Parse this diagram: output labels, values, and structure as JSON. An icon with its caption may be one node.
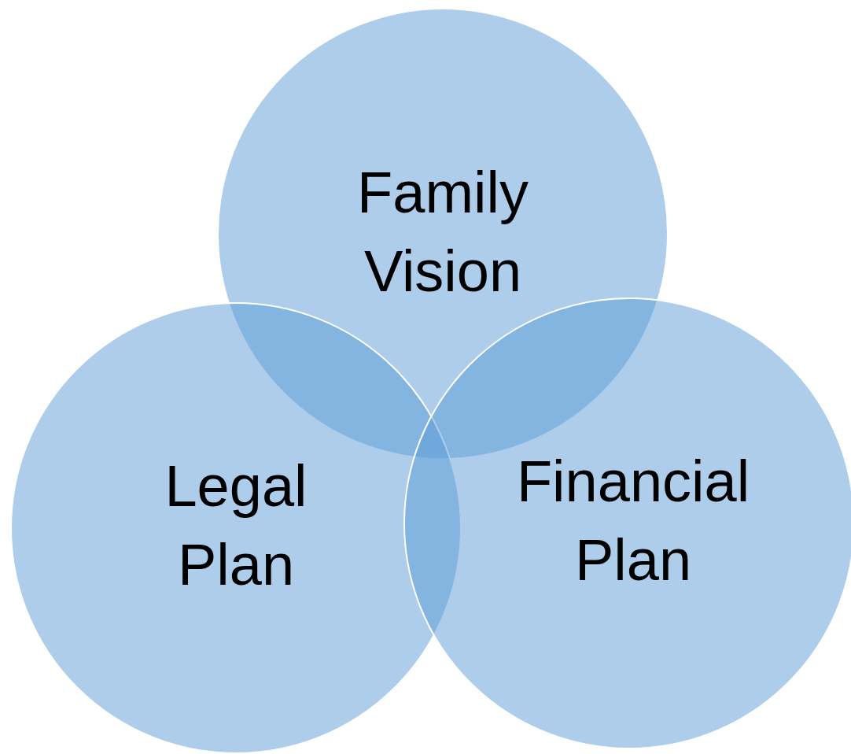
{
  "diagram": {
    "nodes": [
      {
        "text": [
          "Family Vision"
        ]
      },
      {
        "text": [
          "Legal Plan"
        ]
      },
      {
        "text": [
          "Financial Plan"
        ]
      }
    ]
  }
}
